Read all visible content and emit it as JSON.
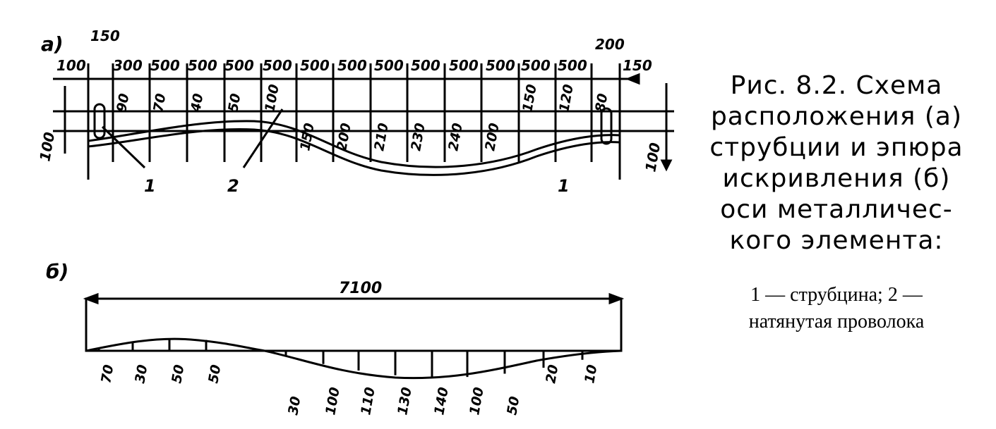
{
  "caption": {
    "lines": [
      "Рис. 8.2. Схема",
      "расположения (а)",
      "струбции и эпюра",
      "искривления (б)",
      "оси металличес-",
      "кого элемента:"
    ],
    "legend_lines": [
      "1 — струбцина; 2 —",
      "натянутая проволока"
    ]
  },
  "diagram_a": {
    "label": "а)",
    "top_dims": [
      "100",
      "150",
      "300",
      "500",
      "500",
      "500",
      "500",
      "500",
      "500",
      "500",
      "500",
      "500",
      "500",
      "500",
      "500",
      "200",
      "150"
    ],
    "vertical_values": [
      "90",
      "70",
      "40",
      "50",
      "100",
      "150",
      "200",
      "210",
      "230",
      "240",
      "200",
      "150",
      "120",
      "80"
    ],
    "side_dims": [
      "100",
      "100"
    ],
    "callouts": [
      "1",
      "2",
      "1"
    ]
  },
  "diagram_b": {
    "label": "б)",
    "span_label": "7100",
    "values": [
      "70",
      "30",
      "50",
      "50",
      "30",
      "100",
      "110",
      "130",
      "140",
      "100",
      "50",
      "20",
      "10"
    ]
  }
}
